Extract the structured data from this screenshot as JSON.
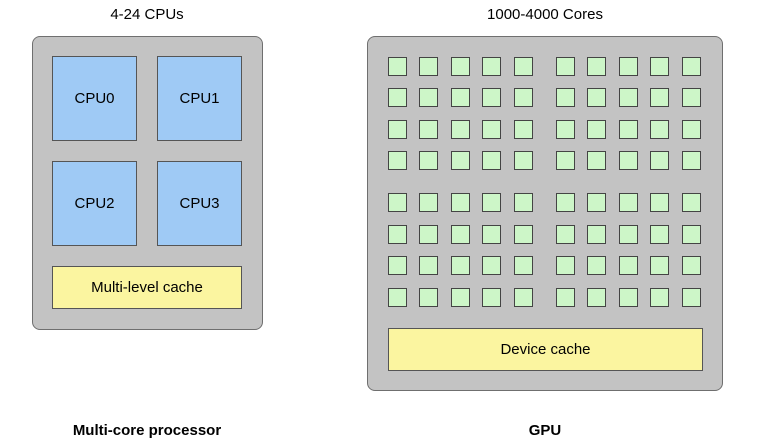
{
  "cpu_section": {
    "top_label": "4-24 CPUs",
    "cores": [
      "CPU0",
      "CPU1",
      "CPU2",
      "CPU3"
    ],
    "cache_label": "Multi-level cache",
    "bottom_label": "Multi-core processor"
  },
  "gpu_section": {
    "top_label": "1000-4000 Cores",
    "core_grid": {
      "rows": 8,
      "cols": 10
    },
    "cache_label": "Device cache",
    "bottom_label": "GPU"
  },
  "colors": {
    "chip_bg": "#c3c3c3",
    "cpu_core": "#9fcaf5",
    "gpu_core": "#cdf6c8",
    "cache": "#fbf5a0"
  }
}
